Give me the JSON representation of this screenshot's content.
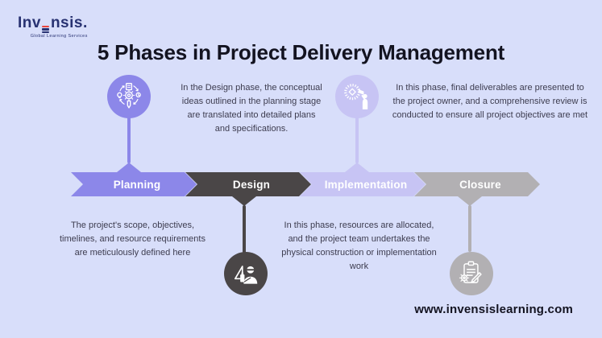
{
  "logo": {
    "prefix": "Inv",
    "suffix": "nsis.",
    "tagline": "Global Learning Services",
    "navy": "#283272",
    "red": "#e8453f"
  },
  "title": "5 Phases in Project Delivery Management",
  "phases": [
    {
      "label": "Planning",
      "color": "#8c87e9",
      "icon": "planning-cycle-icon",
      "description": "The project's scope, objectives, timelines, and resource requirements are meticulously defined here",
      "description_position": "below"
    },
    {
      "label": "Design",
      "color": "#4a4647",
      "icon": "architect-icon",
      "description": "In the Design phase, the conceptual ideas outlined in the planning stage are translated into detailed plans and specifications.",
      "description_position": "above"
    },
    {
      "label": "Implementation",
      "color": "#c7c4f4",
      "icon": "announcement-icon",
      "description": "In this phase, resources are allocated, and the project team undertakes the physical construction or implementation work",
      "description_position": "below"
    },
    {
      "label": "Closure",
      "color": "#b2b0b3",
      "icon": "clipboard-review-icon",
      "description": "In this phase, final deliverables are presented to the project owner, and a comprehensive review is conducted to ensure all project objectives are met",
      "description_position": "above"
    }
  ],
  "footer": {
    "website": "www.invensislearning.com"
  },
  "colors": {
    "background": "#d8defa",
    "body_text": "#3d3c4f",
    "title_text": "#131320"
  }
}
